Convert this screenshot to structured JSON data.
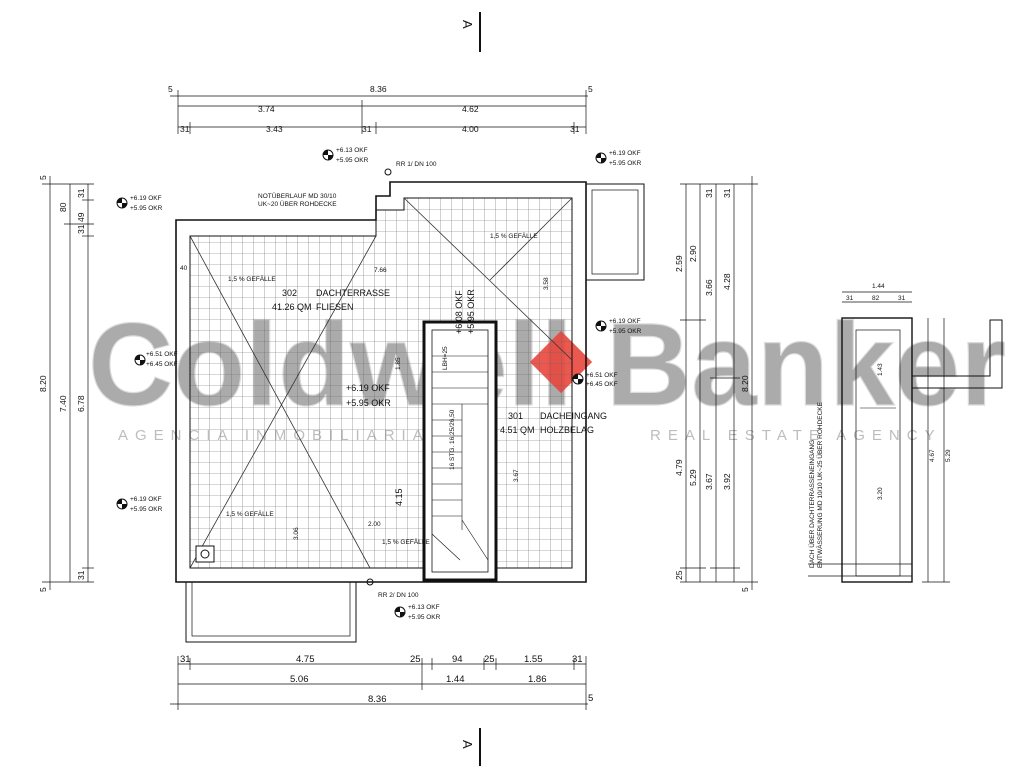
{
  "section_marks": [
    "A",
    "A"
  ],
  "dims_top": {
    "row1": [
      "5",
      "8.36",
      "5"
    ],
    "row2": [
      "3.74",
      "4.62"
    ],
    "row3": [
      "31",
      "3.43",
      "31",
      "4.00",
      "31"
    ]
  },
  "dims_bottom": {
    "row1": [
      "31",
      "4.75",
      "25",
      "94",
      "25",
      "1.55",
      "31"
    ],
    "row2": [
      "5.06",
      "1.44",
      "1.86"
    ],
    "row3": [
      "8.36",
      "5"
    ]
  },
  "dims_left": {
    "outer": [
      "5",
      "8.20",
      "5"
    ],
    "mid": [
      "80",
      "7.40"
    ],
    "inner": [
      "31",
      "49",
      "31",
      "6.78",
      "31"
    ]
  },
  "dims_right": {
    "col1": [
      "2.59",
      "4.79",
      "25"
    ],
    "col2": [
      "2.90",
      "5.29",
      "5"
    ],
    "col3": [
      "3.66",
      "3.67",
      "31"
    ],
    "col4": [
      "4.28",
      "3.92",
      "31"
    ],
    "col5": [
      "8.20",
      "5"
    ]
  },
  "levels": [
    {
      "okf": "+6.13 OKF",
      "okr": "+5.95 OKR"
    },
    {
      "okf": "+6.19 OKF",
      "okr": "+5.95 OKR"
    },
    {
      "okf": "+6.19 OKF",
      "okr": "+5.95 OKR"
    },
    {
      "okf": "+6.19 OKF",
      "okr": "+5.95 OKR"
    },
    {
      "okf": "+6.51 OKF",
      "okr": "+6.45 OKF"
    },
    {
      "okf": "+6.19 OKF",
      "okr": "+5.95 OKR"
    },
    {
      "okf": "+6.51 OKF",
      "okr": "+6.45 OKF"
    },
    {
      "okf": "+6.13 OKF",
      "okr": "+5.95 OKR"
    }
  ],
  "drains": [
    "RR 1/ DN 100",
    "RR 2/ DN 100"
  ],
  "notes": {
    "overflow_1": "NOTÜBERLAUF MD 30/10",
    "overflow_2": "UK~20 ÜBER ROHDECKE",
    "slope": "1,5 % GEFÄLLE",
    "stair_lbl": "16 STG. 16,25/26,50",
    "lbh": "LBH=25",
    "level_center": "+6.19 OKF",
    "level_center2": "+5.95 OKR",
    "level_stair": "+6.08 OKF",
    "level_stair2": "+5.95 OKR"
  },
  "rooms": [
    {
      "num": "302",
      "name": "DACHTERRASSE",
      "area": "41.26 QM",
      "floor": "FLIESEN"
    },
    {
      "num": "301",
      "name": "DACHEINGANG",
      "area": "4.51 QM",
      "floor": "HOLZBELAG"
    }
  ],
  "inner_dims": [
    "7.66",
    "40",
    "3.58",
    "3.67",
    "4.15",
    "2.00",
    "1.85",
    "3.06"
  ],
  "section_detail": {
    "top": [
      "1.44",
      "31",
      "82",
      "31"
    ],
    "side": [
      "1.43",
      "3.20",
      "4.67",
      "5.29"
    ],
    "note1": "DACH ÜBER DACHTERRASSENEINGANG",
    "note2": "ENTWÄSSERUNG MD 10/10 UK~25 ÜBER ROHDECKE"
  },
  "watermark": {
    "name": "Coldwell Banker",
    "sub_left": "AGENCIA INMOBILIARIA",
    "sub_right": "REAL ESTATE AGENCY"
  },
  "colors": {
    "line": "#111111",
    "brand": "#e8463c",
    "watermark": "#9a9a9a"
  }
}
